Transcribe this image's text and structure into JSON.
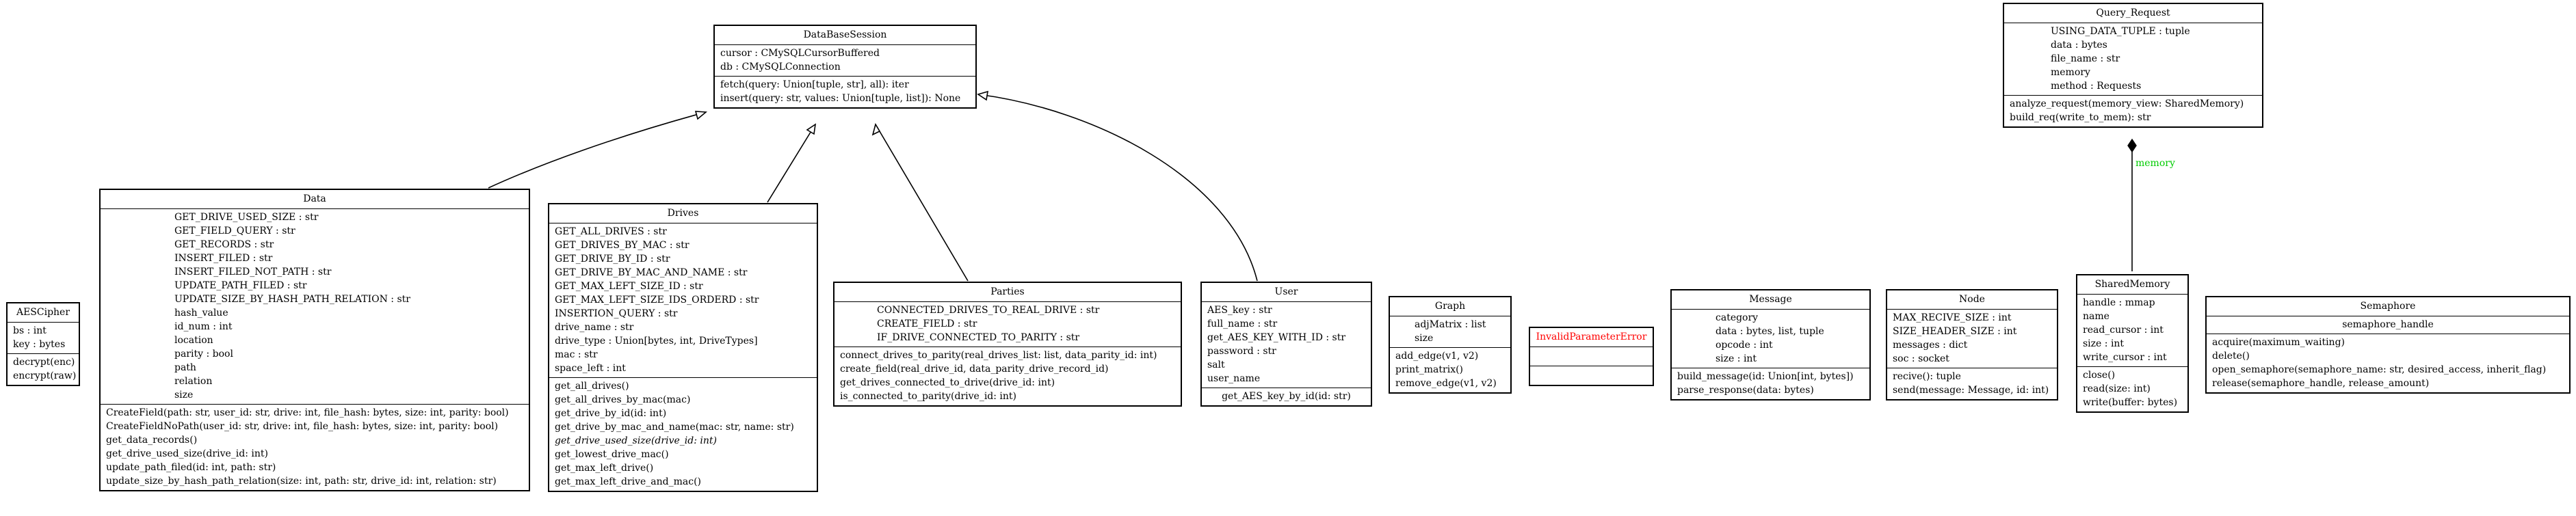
{
  "classes": {
    "DataBaseSession": {
      "name": "DataBaseSession",
      "attributes": [
        "cursor : CMySQLCursorBuffered",
        "db : CMySQLConnection"
      ],
      "methods": [
        "fetch(query: Union[tuple, str], all): iter",
        "insert(query: str, values: Union[tuple, list]): None"
      ]
    },
    "Query_Request": {
      "name": "Query_Request",
      "attributes": [
        "USING_DATA_TUPLE : tuple",
        "data : bytes",
        "file_name : str",
        "memory",
        "method : Requests"
      ],
      "methods": [
        "analyze_request(memory_view: SharedMemory)",
        "build_req(write_to_mem): str"
      ]
    },
    "AESCipher": {
      "name": "AESCipher",
      "attributes": [
        "bs : int",
        "key : bytes"
      ],
      "methods": [
        "decrypt(enc)",
        "encrypt(raw)"
      ]
    },
    "Data": {
      "name": "Data",
      "attributes": [
        "GET_DRIVE_USED_SIZE : str",
        "GET_FIELD_QUERY : str",
        "GET_RECORDS : str",
        "INSERT_FILED : str",
        "INSERT_FILED_NOT_PATH : str",
        "UPDATE_PATH_FILED : str",
        "UPDATE_SIZE_BY_HASH_PATH_RELATION : str",
        "hash_value",
        "id_num : int",
        "location",
        "parity : bool",
        "path",
        "relation",
        "size"
      ],
      "methods": [
        "CreateField(path: str, user_id: str, drive: int, file_hash: bytes, size: int, parity: bool)",
        "CreateFieldNoPath(user_id: str, drive: int, file_hash: bytes, size: int, parity: bool)",
        "get_data_records()",
        "get_drive_used_size(drive_id: int)",
        "update_path_filed(id: int, path: str)",
        "update_size_by_hash_path_relation(size: int, path: str, drive_id: int, relation: str)"
      ]
    },
    "Drives": {
      "name": "Drives",
      "attributes": [
        "GET_ALL_DRIVES : str",
        "GET_DRIVES_BY_MAC : str",
        "GET_DRIVE_BY_ID : str",
        "GET_DRIVE_BY_MAC_AND_NAME : str",
        "GET_MAX_LEFT_SIZE_ID : str",
        "GET_MAX_LEFT_SIZE_IDS_ORDERD : str",
        "INSERTION_QUERY : str",
        "drive_name : str",
        "drive_type : Union[bytes, int, DriveTypes]",
        "mac : str",
        "space_left : int"
      ],
      "methods": [
        "get_all_drives()",
        "get_all_drives_by_mac(mac)",
        "get_drive_by_id(id: int)",
        "get_drive_by_mac_and_name(mac: str, name: str)",
        "get_drive_used_size(drive_id: int)",
        "get_lowest_drive_mac()",
        "get_max_left_drive()",
        "get_max_left_drive_and_mac()"
      ]
    },
    "Parties": {
      "name": "Parties",
      "attributes": [
        "CONNECTED_DRIVES_TO_REAL_DRIVE : str",
        "CREATE_FIELD : str",
        "IF_DRIVE_CONNECTED_TO_PARITY : str"
      ],
      "methods": [
        "connect_drives_to_parity(real_drives_list: list, data_parity_id: int)",
        "create_field(real_drive_id, data_parity_drive_record_id)",
        "get_drives_connected_to_drive(drive_id: int)",
        "is_connected_to_parity(drive_id: int)"
      ]
    },
    "User": {
      "name": "User",
      "attributes": [
        "AES_key : str",
        "full_name : str",
        "get_AES_KEY_WITH_ID : str",
        "password : str",
        "salt",
        "user_name"
      ],
      "methods": [
        "get_AES_key_by_id(id: str)"
      ]
    },
    "Graph": {
      "name": "Graph",
      "attributes": [
        "adjMatrix : list",
        "size"
      ],
      "methods": [
        "add_edge(v1, v2)",
        "print_matrix()",
        "remove_edge(v1, v2)"
      ]
    },
    "InvalidParameterError": {
      "name": "InvalidParameterError",
      "attributes": [],
      "methods": []
    },
    "Message": {
      "name": "Message",
      "attributes": [
        "category",
        "data : bytes, list, tuple",
        "opcode : int",
        "size : int"
      ],
      "methods": [
        "build_message(id: Union[int, bytes])",
        "parse_response(data: bytes)"
      ]
    },
    "Node": {
      "name": "Node",
      "attributes": [
        "MAX_RECIVE_SIZE : int",
        "SIZE_HEADER_SIZE : int",
        "messages : dict",
        "soc : socket"
      ],
      "methods": [
        "recive(): tuple",
        "send(message: Message, id: int)"
      ]
    },
    "SharedMemory": {
      "name": "SharedMemory",
      "attributes": [
        "handle : mmap",
        "name",
        "read_cursor : int",
        "size : int",
        "write_cursor : int"
      ],
      "methods": [
        "close()",
        "read(size: int)",
        "write(buffer: bytes)"
      ]
    },
    "Semaphore": {
      "name": "Semaphore",
      "attributes": [
        "semaphore_handle"
      ],
      "methods": [
        "acquire(maximum_waiting)",
        "delete()",
        "open_semaphore(semaphore_name: str, desired_access, inherit_flag)",
        "release(semaphore_handle, release_amount)"
      ]
    }
  },
  "edge_labels": {
    "memory": "memory"
  },
  "colors": {
    "line": "#000000",
    "error_class": "#ff0000",
    "association_label": "#00cc00"
  }
}
